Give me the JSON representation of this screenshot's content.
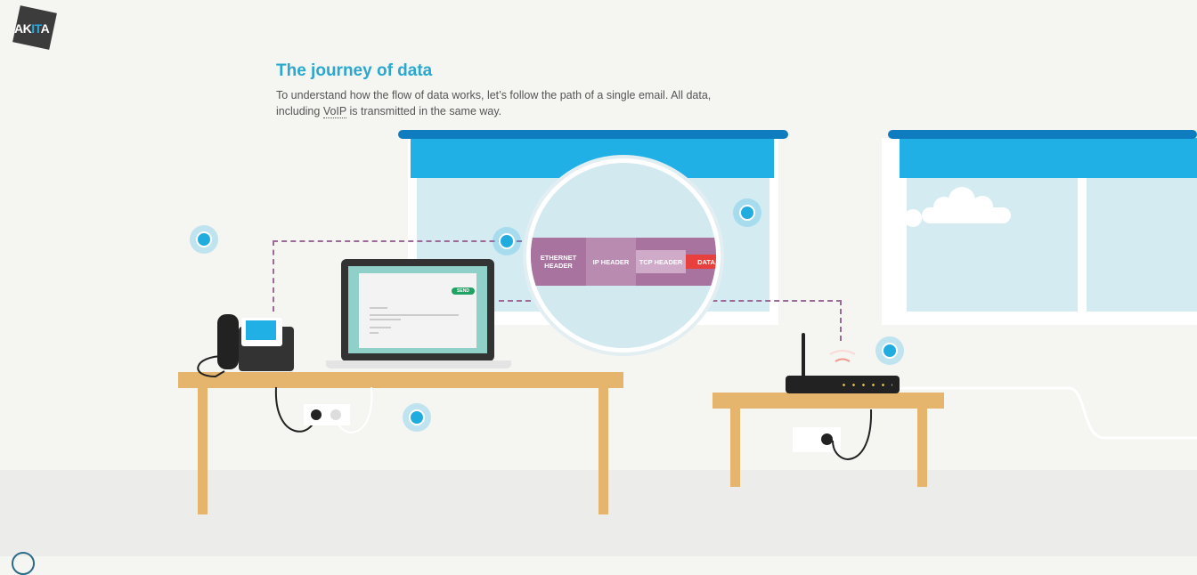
{
  "logo": {
    "text_a": "AK",
    "text_b": "IT",
    "text_c": "A"
  },
  "header": {
    "title": "The journey of data",
    "intro_before": "To understand how the flow of data works, let’s follow the path of a single email. All data, including ",
    "intro_abbr": "VoIP",
    "intro_after": " is transmitted in the same way."
  },
  "packet": {
    "segments": [
      {
        "label": "ETHERNET HEADER",
        "color": "#a8739f"
      },
      {
        "label": "IP HEADER",
        "color": "#b98bb1"
      },
      {
        "label": "TCP HEADER",
        "color": "#cfaac9"
      },
      {
        "label": "DATA",
        "color": "#e8403c"
      }
    ]
  },
  "laptop": {
    "send_label": "SEND"
  },
  "colors": {
    "accent": "#2aa8cf",
    "hotspot": "#21ace0",
    "table": "#e5b56d",
    "blind": "#21b0e6"
  },
  "icons": [
    "logo",
    "hotspot-icon",
    "phone-icon",
    "laptop-icon",
    "router-icon",
    "cloud-icon",
    "power-socket-icon"
  ]
}
